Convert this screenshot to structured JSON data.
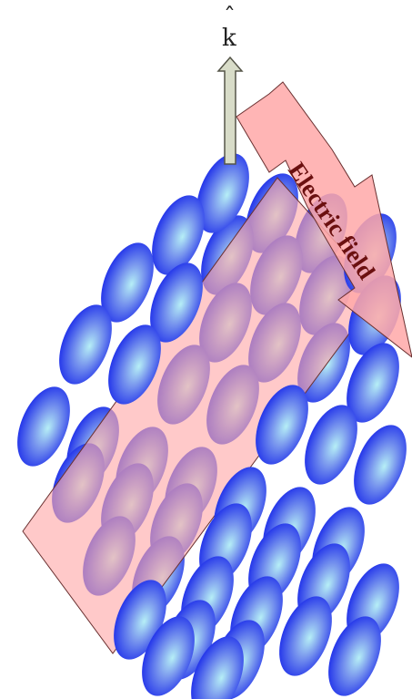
{
  "labels": {
    "k_hat_symbol": "ˆ",
    "k_hat_letter": "k",
    "electric_field": "Electric field"
  },
  "colors": {
    "ellipsoid_light": "#b6eff6",
    "ellipsoid_mid": "#6f86ee",
    "ellipsoid_dark": "#2335ea",
    "plane_fill": "#ffa8a8",
    "plane_stroke": "#6a3030",
    "k_arrow_fill": "#d8dcc8",
    "k_arrow_stroke": "#555548",
    "field_text": "#6b1010"
  },
  "icons": [
    "k-vector-arrow",
    "electric-field-arrow"
  ]
}
